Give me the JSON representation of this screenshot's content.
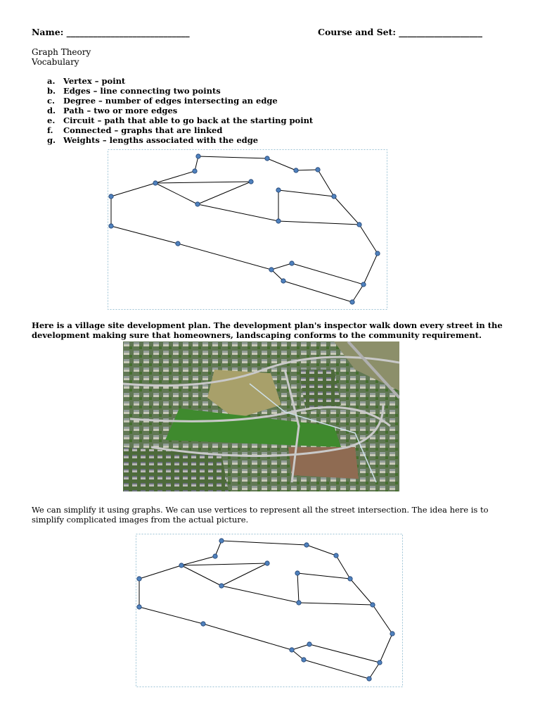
{
  "header": {
    "name_label": "Name: ____________________________",
    "course_label": "Course and Set: ___________________"
  },
  "title": {
    "line1": "Graph Theory",
    "line2": "Vocabulary"
  },
  "vocabulary": [
    {
      "letter": "a.",
      "text": "Vertex – point"
    },
    {
      "letter": "b.",
      "text": "Edges – line connecting two points"
    },
    {
      "letter": "c.",
      "text": "Degree – number of edges intersecting an edge"
    },
    {
      "letter": "d.",
      "text": "Path – two or more edges"
    },
    {
      "letter": "e.",
      "text": "Circuit – path that able to go back at the starting point"
    },
    {
      "letter": "f.",
      "text": "Connected – graphs that are linked"
    },
    {
      "letter": "g.",
      "text": "Weights – lengths associated with the edge"
    }
  ],
  "paragraph1": "Here is a village site development plan. The development plan's inspector walk down every street in the development making sure that homeowners, landscaping conforms to the community requirement.",
  "paragraph2": "We can simplify it using graphs. We can use vertices to represent all the street intersection. The idea here is to simplify complicated images from the actual picture.",
  "colors": {
    "vertex_fill": "#4f81bd",
    "vertex_stroke": "#1f3f6e",
    "edge": "#000000",
    "frame": "#9cc3d5"
  },
  "image": {
    "subject": "aerial-photo-of-residential-subdivision"
  }
}
